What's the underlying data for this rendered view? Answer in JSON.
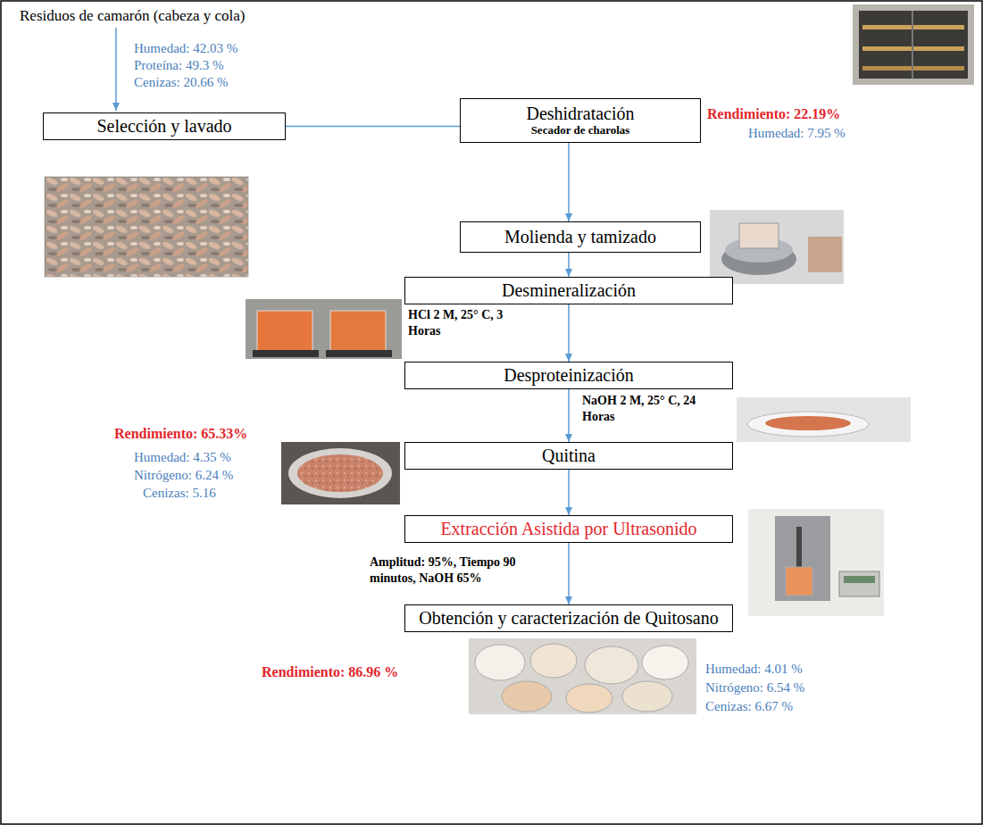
{
  "diagram": {
    "nodes": [
      {
        "text": [
          "Selección y lavado"
        ]
      },
      {
        "text": [
          "Deshidratación",
          "Secador de charolas"
        ]
      },
      {
        "text": [
          "Molienda y tamizado"
        ]
      },
      {
        "text": [
          "Desmineralización"
        ]
      },
      {
        "text": [
          "Desproteinización"
        ]
      },
      {
        "text": [
          "Quitina"
        ]
      },
      {
        "text": [
          "Extracción Asistida por Ultrasonido"
        ]
      },
      {
        "text": [
          "Obtención y caracterización de Quitosano"
        ]
      }
    ],
    "edges": [
      {
        "from": 0,
        "to": 1,
        "arrow": "none"
      },
      {
        "from": 1,
        "to": 2,
        "arrow": "to"
      },
      {
        "from": 2,
        "to": 3,
        "arrow": "to"
      },
      {
        "from": 3,
        "to": 4,
        "label": "HCl 2 M, 25° C, 3 Horas",
        "arrow": "to"
      },
      {
        "from": 4,
        "to": 5,
        "label": "NaOH 2 M, 25° C, 24 Horas",
        "arrow": "to"
      },
      {
        "from": 5,
        "to": 6,
        "arrow": "to"
      },
      {
        "from": 6,
        "to": 7,
        "label": "Amplitud: 95%, Tiempo 90 minutos, NaOH 65%",
        "arrow": "to"
      }
    ],
    "labels": [
      "Residuos de camarón (cabeza y cola)",
      "Humedad: 42.03 %",
      "Proteína: 49.3 %",
      "Cenizas: 20.66 %",
      "Rendimiento: 22.19%",
      "Humedad: 7.95 %",
      "Rendimiento: 65.33%",
      "Humedad: 4.35 %",
      "Nitrógeno: 6.24 %",
      "Cenizas: 5.16",
      "Rendimiento: 86.96 %",
      "Humedad: 4.01 %",
      "Nitrógeno: 6.54 %",
      "Cenizas: 6.67 %"
    ]
  }
}
